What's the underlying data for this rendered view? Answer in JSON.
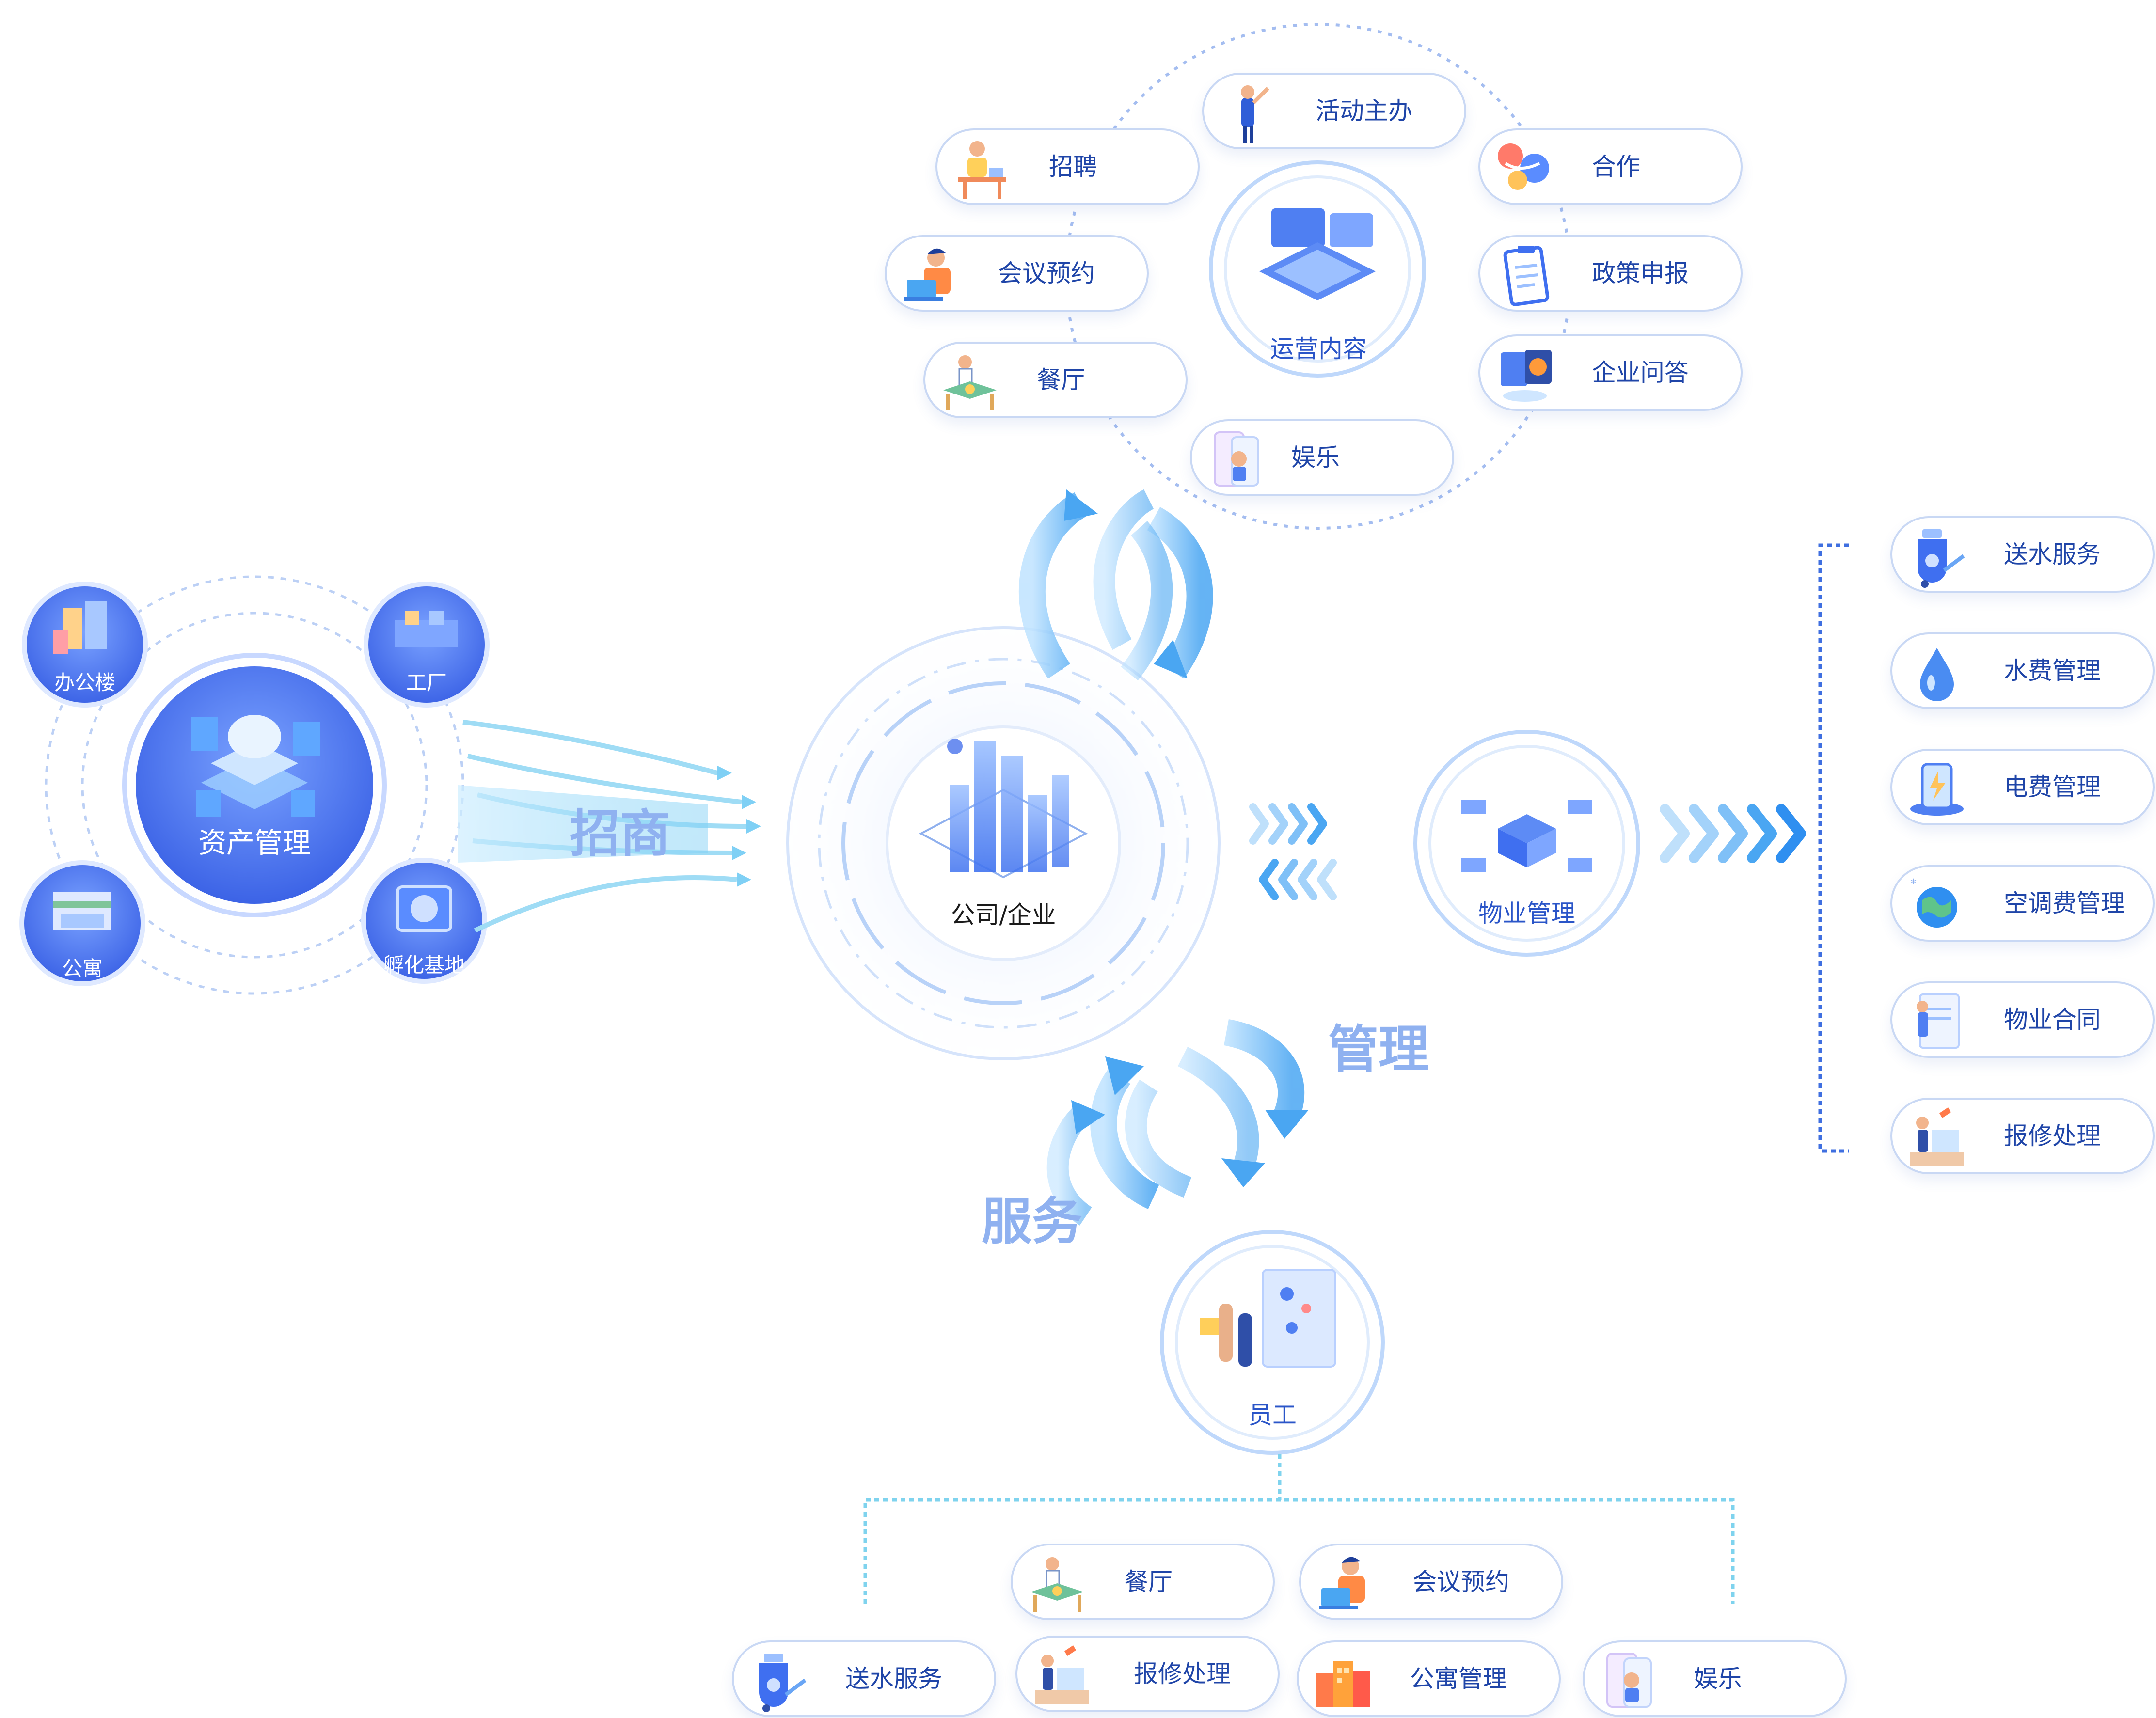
{
  "asset": {
    "center": "资产管理",
    "nodes": {
      "office": "办公楼",
      "factory": "工厂",
      "apartment": "公寓",
      "incubator": "孵化基地"
    }
  },
  "company": "公司/企业",
  "operations": {
    "center": "运营内容",
    "items": {
      "event": "活动主办",
      "recruit": "招聘",
      "cooperate": "合作",
      "meeting": "会议预约",
      "policy": "政策申报",
      "restaurant": "餐厅",
      "qa": "企业问答",
      "entertainment": "娱乐"
    }
  },
  "property": {
    "center": "物业管理",
    "items": {
      "water_delivery": "送水服务",
      "water_fee": "水费管理",
      "electric_fee": "电费管理",
      "ac_fee": "空调费管理",
      "contract": "物业合同",
      "repair": "报修处理"
    }
  },
  "employee": {
    "center": "员工",
    "items": {
      "restaurant": "餐厅",
      "meeting": "会议预约",
      "water_delivery": "送水服务",
      "repair": "报修处理",
      "apartment_mgmt": "公寓管理",
      "entertainment": "娱乐"
    }
  },
  "flows": {
    "investment": "招商",
    "management": "管理",
    "service": "服务"
  },
  "colors": {
    "primary": "#3f6ff0",
    "accent": "#5aaef5",
    "text": "#1f45a8",
    "light": "#eaf2ff"
  }
}
